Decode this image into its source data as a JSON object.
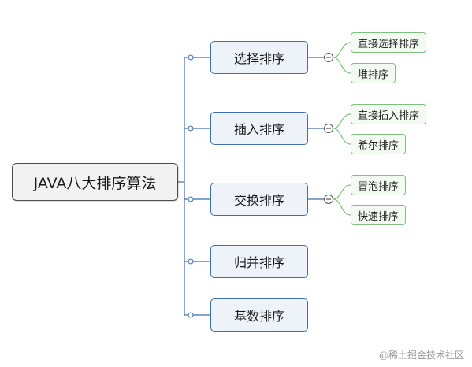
{
  "root": {
    "label": "JAVA八大排序算法"
  },
  "branches": [
    {
      "label": "选择排序",
      "children": [
        "直接选择排序",
        "堆排序"
      ]
    },
    {
      "label": "插入排序",
      "children": [
        "直接插入排序",
        "希尔排序"
      ]
    },
    {
      "label": "交换排序",
      "children": [
        "冒泡排序",
        "快速排序"
      ]
    },
    {
      "label": "归并排序",
      "children": []
    },
    {
      "label": "基数排序",
      "children": []
    }
  ],
  "watermark": "@稀土掘金技术社区",
  "colors": {
    "root_line": "#4d4d4d",
    "branch_line": "#3f6fb0",
    "branch_fill": "#eef3fa",
    "leaf_line": "#7fbf7f",
    "leaf_fill": "#f3faf1"
  }
}
